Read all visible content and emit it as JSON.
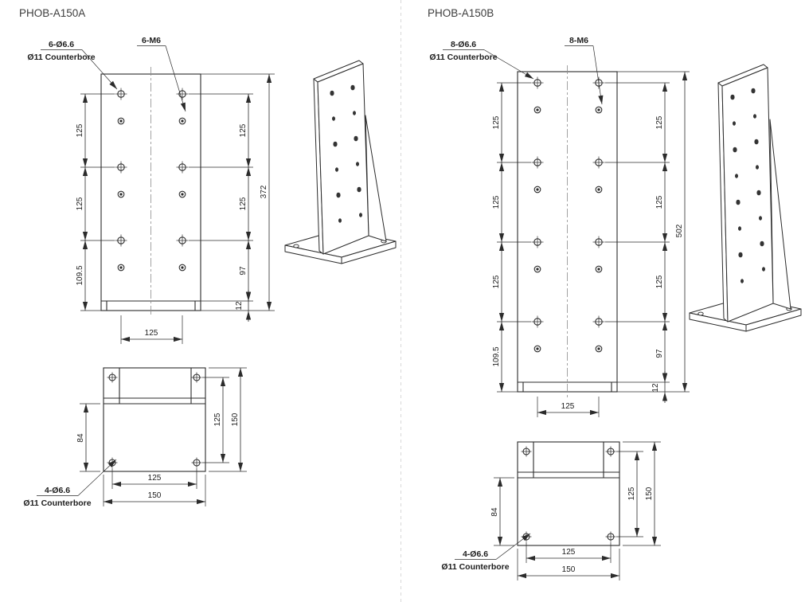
{
  "panel_a": {
    "title": "PHOB-A150A",
    "callout_counterbore": {
      "line1": "6-Ø6.6",
      "line2": "Ø11 Counterbore"
    },
    "callout_tapped": "6-M6",
    "front_view": {
      "left_dims": [
        "125",
        "125",
        "109.5"
      ],
      "right_dims": [
        "125",
        "125",
        "97",
        "12"
      ],
      "overall_height": "372",
      "hole_span_width": "125"
    },
    "bottom_view": {
      "side_dim": "84",
      "right_dims": [
        "125",
        "150"
      ],
      "bottom_dims": [
        "125",
        "150"
      ],
      "callout": {
        "line1": "4-Ø6.6",
        "line2": "Ø11 Counterbore"
      }
    }
  },
  "panel_b": {
    "title": "PHOB-A150B",
    "callout_counterbore": {
      "line1": "8-Ø6.6",
      "line2": "Ø11 Counterbore"
    },
    "callout_tapped": "8-M6",
    "front_view": {
      "left_dims": [
        "125",
        "125",
        "125",
        "109.5"
      ],
      "right_dims": [
        "125",
        "125",
        "125",
        "97",
        "12"
      ],
      "overall_height": "502",
      "hole_span_width": "125"
    },
    "bottom_view": {
      "side_dim": "84",
      "right_dims": [
        "125",
        "150"
      ],
      "bottom_dims": [
        "125",
        "150"
      ],
      "callout": {
        "line1": "4-Ø6.6",
        "line2": "Ø11 Counterbore"
      }
    }
  }
}
